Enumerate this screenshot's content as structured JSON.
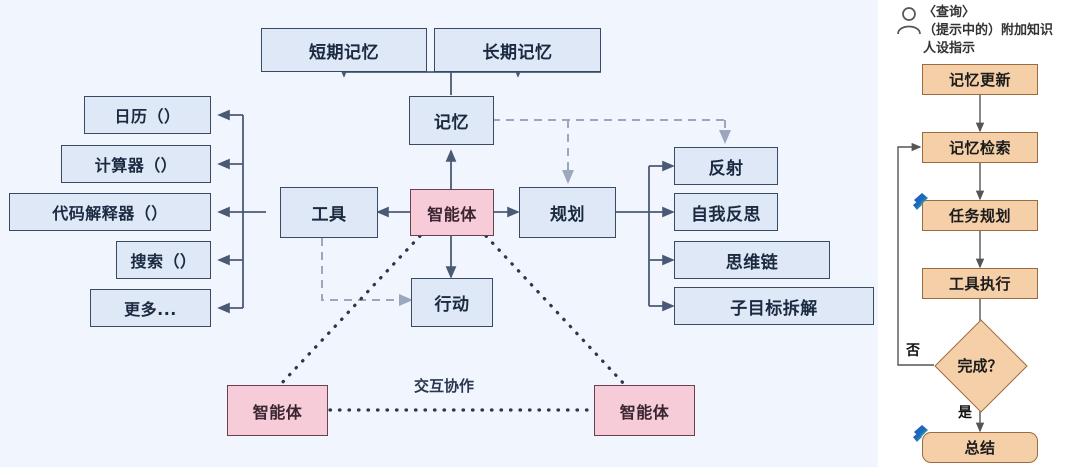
{
  "left_diagram": {
    "agent_center": "智能体",
    "memory": {
      "root": "记忆",
      "children": [
        "短期记忆",
        "长期记忆"
      ]
    },
    "tools": {
      "root": "工具",
      "items": [
        "日历（）",
        "计算器（）",
        "代码解释器（）",
        "搜索（）",
        "更多..."
      ]
    },
    "planning": {
      "root": "规划",
      "items": [
        "反射",
        "自我反思",
        "思维链",
        "子目标拆解"
      ]
    },
    "action": "行动",
    "collaboration": {
      "label": "交互协作",
      "left_agent": "智能体",
      "right_agent": "智能体"
    },
    "colors": {
      "background": "#f1f5fd",
      "node_blue_fill": "#dee8f7",
      "node_blue_stroke": "#3b4a63",
      "node_pink_fill": "#f5ccd8",
      "node_pink_stroke": "#6b4050",
      "connector": "#4a5a75",
      "connector_dashed": "#9aa7bd"
    }
  },
  "right_flow": {
    "header": {
      "icon": "person-icon",
      "lines": [
        "〈查询〉",
        "（提示中的）附加知识",
        "人设指示"
      ]
    },
    "steps": [
      {
        "label": "记忆更新",
        "shape": "rect",
        "sparkle": false
      },
      {
        "label": "记忆检索",
        "shape": "rect",
        "sparkle": false
      },
      {
        "label": "任务规划",
        "shape": "rect",
        "sparkle": true
      },
      {
        "label": "工具执行",
        "shape": "rect",
        "sparkle": false
      }
    ],
    "decision": {
      "label": "完成？",
      "shape": "diamond"
    },
    "branch_no": "否",
    "branch_yes": "是",
    "final": {
      "label": "总结",
      "shape": "rounded-rect",
      "sparkle": true
    },
    "colors": {
      "box_fill": "#f5cfa8",
      "box_stroke": "#9b6a3d",
      "connector": "#555555",
      "divider": "#222222"
    }
  }
}
